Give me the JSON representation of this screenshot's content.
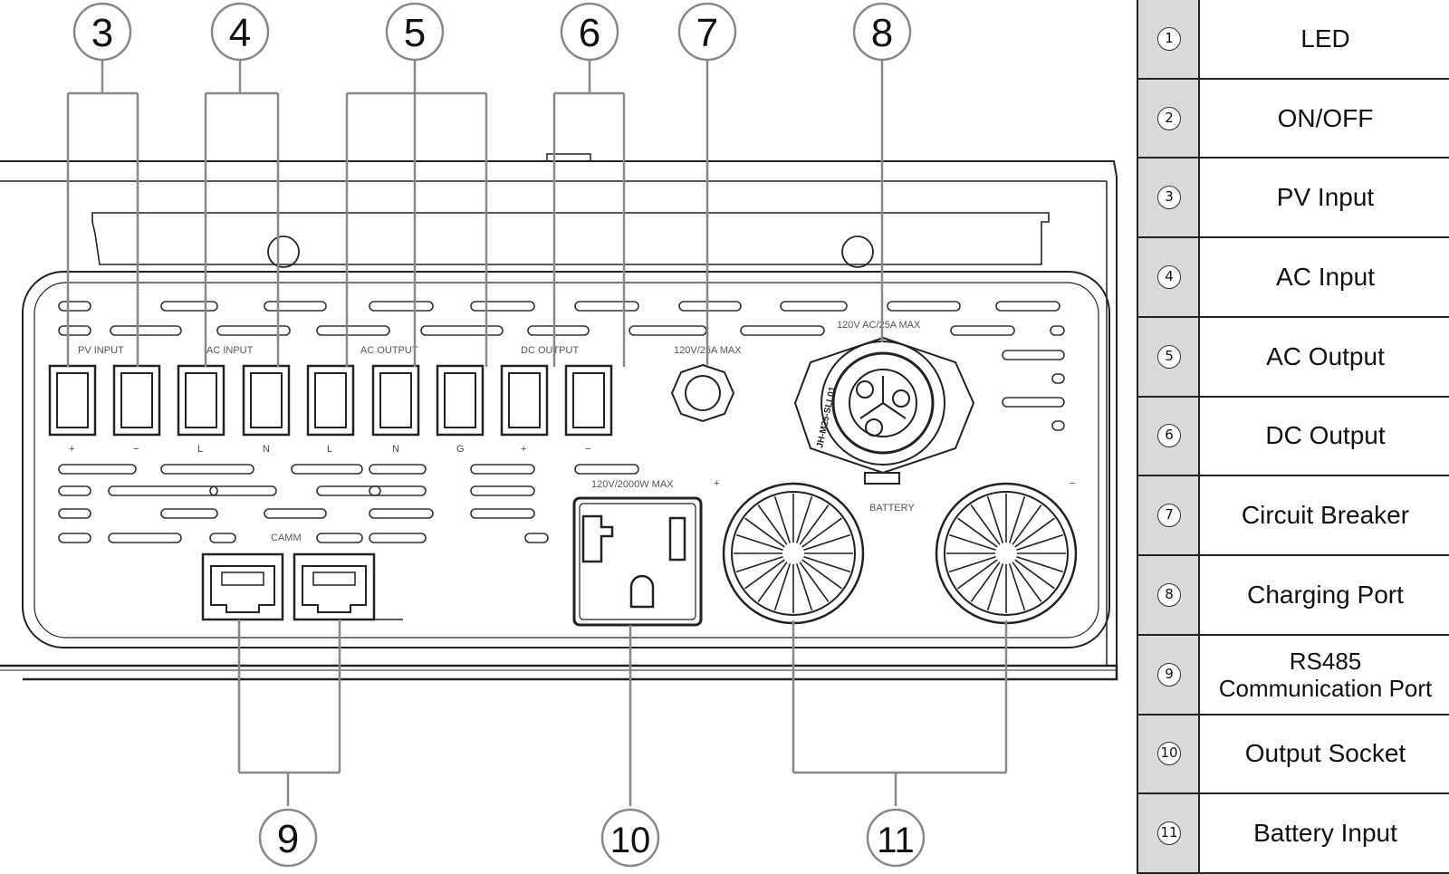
{
  "panel_labels": {
    "pv_input": "PV INPUT",
    "ac_input": "AC INPUT",
    "ac_output": "AC  OUTPUT",
    "dc_output": "DC OUTPUT",
    "breaker_rating": "120V/25A MAX",
    "charging_rating": "120V AC/25A MAX",
    "socket_rating": "120V/2000W MAX",
    "battery": "BATTERY",
    "comm": "CAMM",
    "connector_marking": "JH-M25-SLL01"
  },
  "terminal_signs": [
    "+",
    "−",
    "L",
    "N",
    "L",
    "N",
    "G",
    "+",
    "−"
  ],
  "battery_signs": {
    "positive": "+",
    "negative": "−"
  },
  "callouts": {
    "c3": "3",
    "c4": "4",
    "c5": "5",
    "c6": "6",
    "c7": "7",
    "c8": "8",
    "c9": "9",
    "c10": "10",
    "c11": "11"
  },
  "legend": [
    {
      "num": "1",
      "label": "LED"
    },
    {
      "num": "2",
      "label": "ON/OFF"
    },
    {
      "num": "3",
      "label": "PV Input"
    },
    {
      "num": "4",
      "label": "AC Input"
    },
    {
      "num": "5",
      "label": "AC Output"
    },
    {
      "num": "6",
      "label": "DC Output"
    },
    {
      "num": "7",
      "label": "Circuit Breaker"
    },
    {
      "num": "8",
      "label": "Charging Port"
    },
    {
      "num": "9",
      "label": "RS485\nCommunication Port"
    },
    {
      "num": "10",
      "label": "Output Socket"
    },
    {
      "num": "11",
      "label": "Battery Input"
    }
  ]
}
